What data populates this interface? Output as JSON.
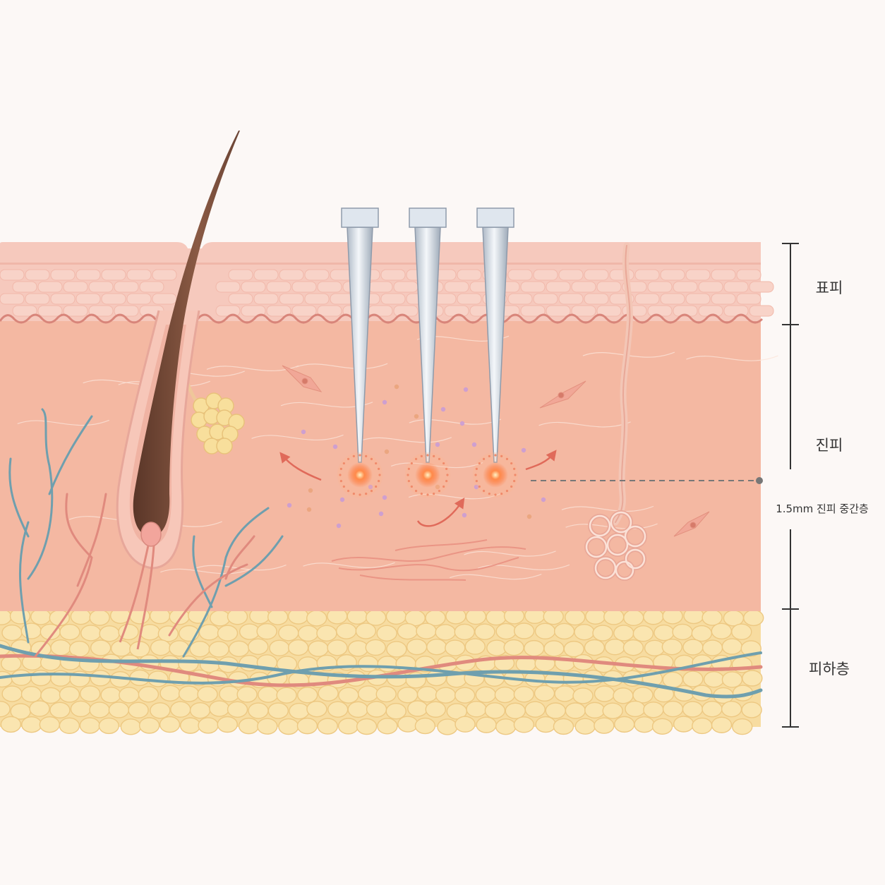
{
  "labels": {
    "epidermis": "표피",
    "dermis": "진피",
    "subcutis": "피하층",
    "depth": "1.5mm 진피 중간층"
  },
  "colors": {
    "background": "#fcf8f6",
    "epidermis": "#f6c9bd",
    "dermis": "#f4b8a2",
    "fat": "#f7dca0",
    "hair": "#6b4435",
    "vein": "#6f9fae",
    "artery": "#e08a7e",
    "needle": "#dfe6ee",
    "energy_spot": "#ff7a3d"
  },
  "needles": {
    "count": 3
  },
  "icons": [
    "hair-follicle-icon",
    "sebaceous-gland-icon",
    "sweat-gland-icon",
    "microneedle-icon",
    "blood-vessel-icon",
    "fibroblast-icon",
    "fat-cell-icon"
  ]
}
